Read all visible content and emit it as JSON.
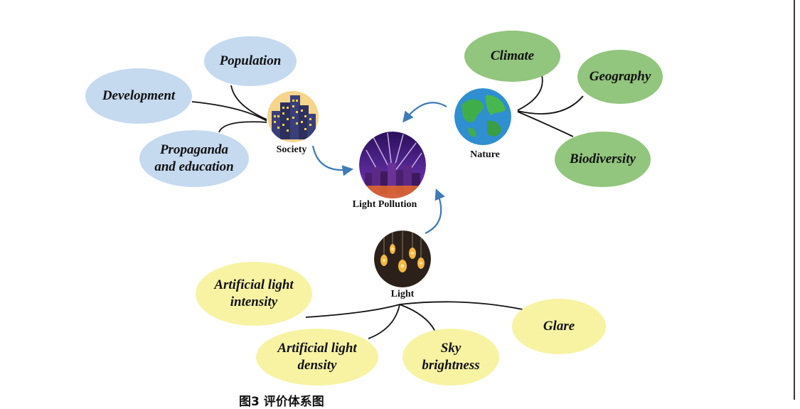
{
  "diagram": {
    "center": {
      "label": "Light Pollution"
    },
    "hubs": {
      "society": {
        "label": "Society",
        "icon": "city-buildings-icon"
      },
      "nature": {
        "label": "Nature",
        "icon": "globe-icon"
      },
      "light": {
        "label": "Light",
        "icon": "light-bulbs-icon"
      }
    },
    "society_factors": [
      "Population",
      "Development",
      "Propaganda and education"
    ],
    "nature_factors": [
      "Climate",
      "Geography",
      "Biodiversity"
    ],
    "light_factors": [
      "Artificial light intensity",
      "Artificial light density",
      "Sky brightness",
      "Glare"
    ]
  },
  "colors": {
    "society": "#c5d9ef",
    "nature": "#92c57d",
    "light": "#f7f3a3",
    "arrow": "#3f7bb5"
  },
  "caption": "图3 评价体系图"
}
